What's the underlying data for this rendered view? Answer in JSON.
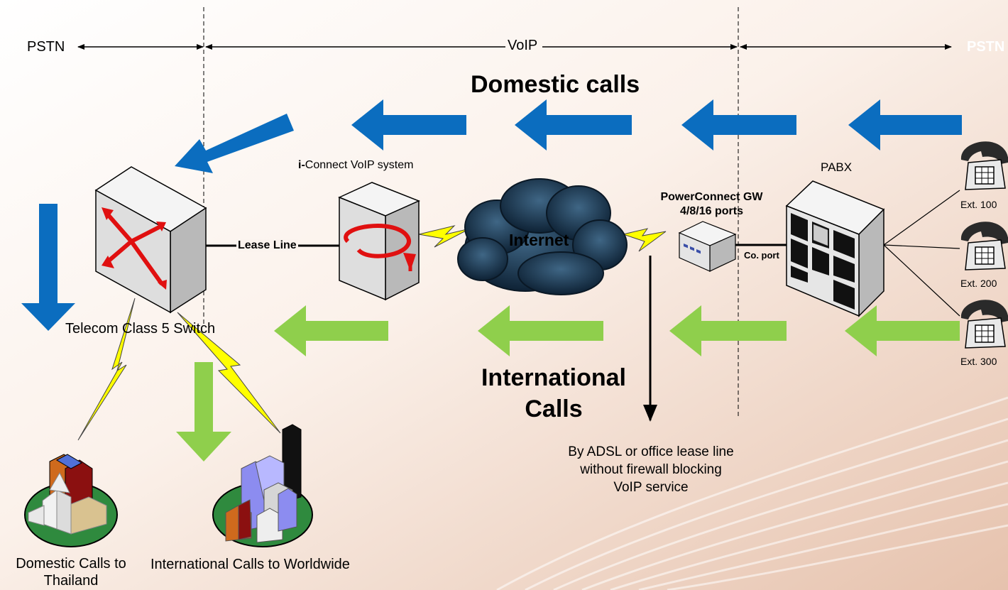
{
  "zones": {
    "pstn_left": "PSTN",
    "voip": "VoIP",
    "pstn_right": "PSTN"
  },
  "headings": {
    "domestic": "Domestic calls",
    "international_line1": "International",
    "international_line2": "Calls"
  },
  "nodes": {
    "telecom_switch": "Telecom Class 5 Switch",
    "lease_line": "Lease Line",
    "iconnect_prefix": "i-",
    "iconnect_rest": "Connect VoIP system",
    "internet": "Internet",
    "gateway_line1": "PowerConnect GW",
    "gateway_line2": "4/8/16 ports",
    "co_port": "Co. port",
    "pabx": "PABX",
    "ext_100": "Ext. 100",
    "ext_200": "Ext. 200",
    "ext_300": "Ext. 300",
    "domestic_dest_line1": "Domestic Calls to",
    "domestic_dest_line2": "Thailand",
    "international_dest": "International Calls to Worldwide"
  },
  "note": {
    "line1": "By ADSL or office lease line",
    "line2": "without firewall blocking",
    "line3": "VoIP service"
  },
  "colors": {
    "domestic_arrow": "#0b6dbf",
    "international_arrow": "#8fcf4c",
    "lightning": "#ffff00",
    "cloud": "#1f3b55",
    "switch_arrows": "#e01010"
  }
}
